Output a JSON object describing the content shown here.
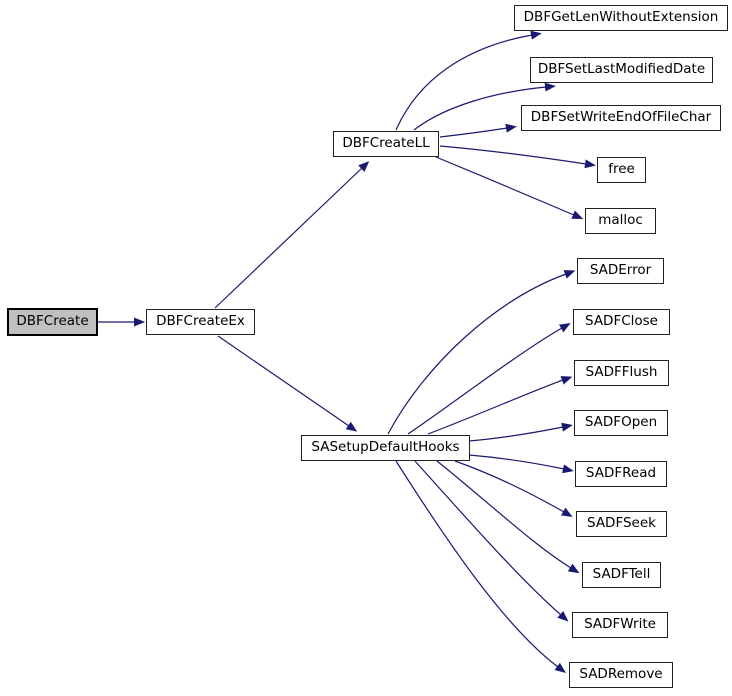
{
  "diagram": {
    "type": "doxygen-call-graph",
    "root_function": "DBFCreate",
    "colors": {
      "background": "#ffffff",
      "edge": "#191970",
      "node_border": "#222222",
      "node_fill": "#ffffff",
      "root_fill": "#c0c0c0",
      "text": "#000000"
    },
    "nodes": [
      {
        "id": "DBFCreate",
        "label": "DBFCreate",
        "role": "root"
      },
      {
        "id": "DBFCreateEx",
        "label": "DBFCreateEx",
        "role": "callee"
      },
      {
        "id": "DBFCreateLL",
        "label": "DBFCreateLL",
        "role": "callee"
      },
      {
        "id": "DBFGetLenWithoutExtension",
        "label": "DBFGetLenWithoutExtension",
        "role": "callee"
      },
      {
        "id": "DBFSetLastModifiedDate",
        "label": "DBFSetLastModifiedDate",
        "role": "callee"
      },
      {
        "id": "DBFSetWriteEndOfFileChar",
        "label": "DBFSetWriteEndOfFileChar",
        "role": "callee"
      },
      {
        "id": "free",
        "label": "free",
        "role": "callee"
      },
      {
        "id": "malloc",
        "label": "malloc",
        "role": "callee"
      },
      {
        "id": "SADError",
        "label": "SADError",
        "role": "callee"
      },
      {
        "id": "SADFClose",
        "label": "SADFClose",
        "role": "callee"
      },
      {
        "id": "SADFFlush",
        "label": "SADFFlush",
        "role": "callee"
      },
      {
        "id": "SADFOpen",
        "label": "SADFOpen",
        "role": "callee"
      },
      {
        "id": "SADFRead",
        "label": "SADFRead",
        "role": "callee"
      },
      {
        "id": "SADFSeek",
        "label": "SADFSeek",
        "role": "callee"
      },
      {
        "id": "SADFTell",
        "label": "SADFTell",
        "role": "callee"
      },
      {
        "id": "SADFWrite",
        "label": "SADFWrite",
        "role": "callee"
      },
      {
        "id": "SADRemove",
        "label": "SADRemove",
        "role": "callee"
      },
      {
        "id": "SASetupDefaultHooks",
        "label": "SASetupDefaultHooks",
        "role": "callee"
      }
    ],
    "edges": [
      {
        "from": "DBFCreate",
        "to": "DBFCreateEx"
      },
      {
        "from": "DBFCreateEx",
        "to": "DBFCreateLL"
      },
      {
        "from": "DBFCreateEx",
        "to": "SASetupDefaultHooks"
      },
      {
        "from": "DBFCreateLL",
        "to": "DBFGetLenWithoutExtension"
      },
      {
        "from": "DBFCreateLL",
        "to": "DBFSetLastModifiedDate"
      },
      {
        "from": "DBFCreateLL",
        "to": "DBFSetWriteEndOfFileChar"
      },
      {
        "from": "DBFCreateLL",
        "to": "free"
      },
      {
        "from": "DBFCreateLL",
        "to": "malloc"
      },
      {
        "from": "SASetupDefaultHooks",
        "to": "SADError"
      },
      {
        "from": "SASetupDefaultHooks",
        "to": "SADFClose"
      },
      {
        "from": "SASetupDefaultHooks",
        "to": "SADFFlush"
      },
      {
        "from": "SASetupDefaultHooks",
        "to": "SADFOpen"
      },
      {
        "from": "SASetupDefaultHooks",
        "to": "SADFRead"
      },
      {
        "from": "SASetupDefaultHooks",
        "to": "SADFSeek"
      },
      {
        "from": "SASetupDefaultHooks",
        "to": "SADFTell"
      },
      {
        "from": "SASetupDefaultHooks",
        "to": "SADFWrite"
      },
      {
        "from": "SASetupDefaultHooks",
        "to": "SADRemove"
      }
    ]
  }
}
